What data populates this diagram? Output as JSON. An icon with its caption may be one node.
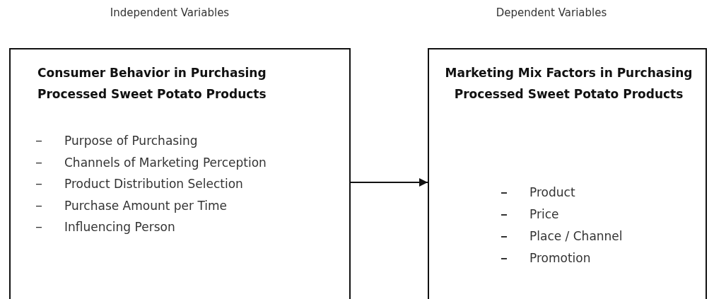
{
  "diagram": {
    "nodes": [
      {
        "text": [
          "Consumer Behavior in Purchasing Processed Sweet Potato Products",
          "Purpose of Purchasing",
          "Channels of Marketing Perception",
          "Product Distribution Selection",
          "Purchase Amount per Time",
          "Influencing Person"
        ],
        "beside": [
          "Independent Variables"
        ]
      },
      {
        "text": [
          "Marketing Mix Factors in Purchasing Processed Sweet Potato Products",
          "Product",
          "Price",
          "Place / Channel",
          "Promotion"
        ],
        "beside": [
          "Dependent Variables"
        ]
      }
    ],
    "edges": [
      {
        "from": 0,
        "to": 1,
        "arrow": "to"
      }
    ]
  }
}
